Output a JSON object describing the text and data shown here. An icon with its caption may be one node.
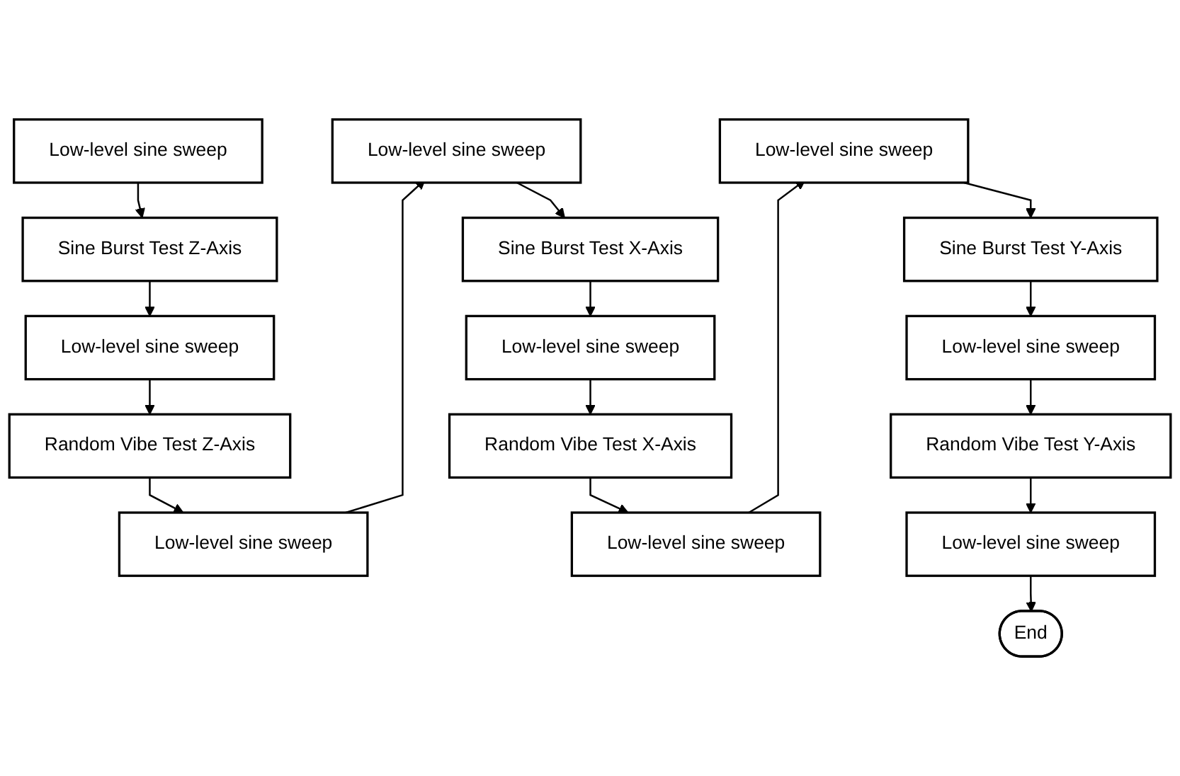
{
  "diagram": {
    "nodes": [
      {
        "text": [
          "Low-level sine sweep"
        ]
      },
      {
        "text": [
          "Sine Burst Test Z-Axis"
        ]
      },
      {
        "text": [
          "Low-level sine sweep"
        ]
      },
      {
        "text": [
          "Random Vibe Test Z-Axis"
        ]
      },
      {
        "text": [
          "Low-level sine sweep"
        ]
      },
      {
        "text": [
          "Low-level sine sweep"
        ]
      },
      {
        "text": [
          "Sine Burst Test X-Axis"
        ]
      },
      {
        "text": [
          "Low-level sine sweep"
        ]
      },
      {
        "text": [
          "Random Vibe Test X-Axis"
        ]
      },
      {
        "text": [
          "Low-level sine sweep"
        ]
      },
      {
        "text": [
          "Low-level sine sweep"
        ]
      },
      {
        "text": [
          "Sine Burst Test Y-Axis"
        ]
      },
      {
        "text": [
          "Low-level sine sweep"
        ]
      },
      {
        "text": [
          "Random Vibe Test Y-Axis"
        ]
      },
      {
        "text": [
          "Low-level sine sweep"
        ]
      },
      {
        "text": [
          "End"
        ]
      }
    ],
    "edges": [
      {
        "from": 0,
        "to": 1,
        "arrow": "to"
      },
      {
        "from": 1,
        "to": 2,
        "arrow": "to"
      },
      {
        "from": 2,
        "to": 3,
        "arrow": "to"
      },
      {
        "from": 3,
        "to": 4,
        "arrow": "to"
      },
      {
        "from": 4,
        "to": 5,
        "arrow": "to"
      },
      {
        "from": 5,
        "to": 6,
        "arrow": "to"
      },
      {
        "from": 6,
        "to": 7,
        "arrow": "to"
      },
      {
        "from": 7,
        "to": 8,
        "arrow": "to"
      },
      {
        "from": 8,
        "to": 9,
        "arrow": "to"
      },
      {
        "from": 9,
        "to": 10,
        "arrow": "to"
      },
      {
        "from": 10,
        "to": 11,
        "arrow": "to"
      },
      {
        "from": 11,
        "to": 12,
        "arrow": "to"
      },
      {
        "from": 12,
        "to": 13,
        "arrow": "to"
      },
      {
        "from": 13,
        "to": 14,
        "arrow": "to"
      },
      {
        "from": 14,
        "to": 15,
        "arrow": "to"
      }
    ]
  }
}
